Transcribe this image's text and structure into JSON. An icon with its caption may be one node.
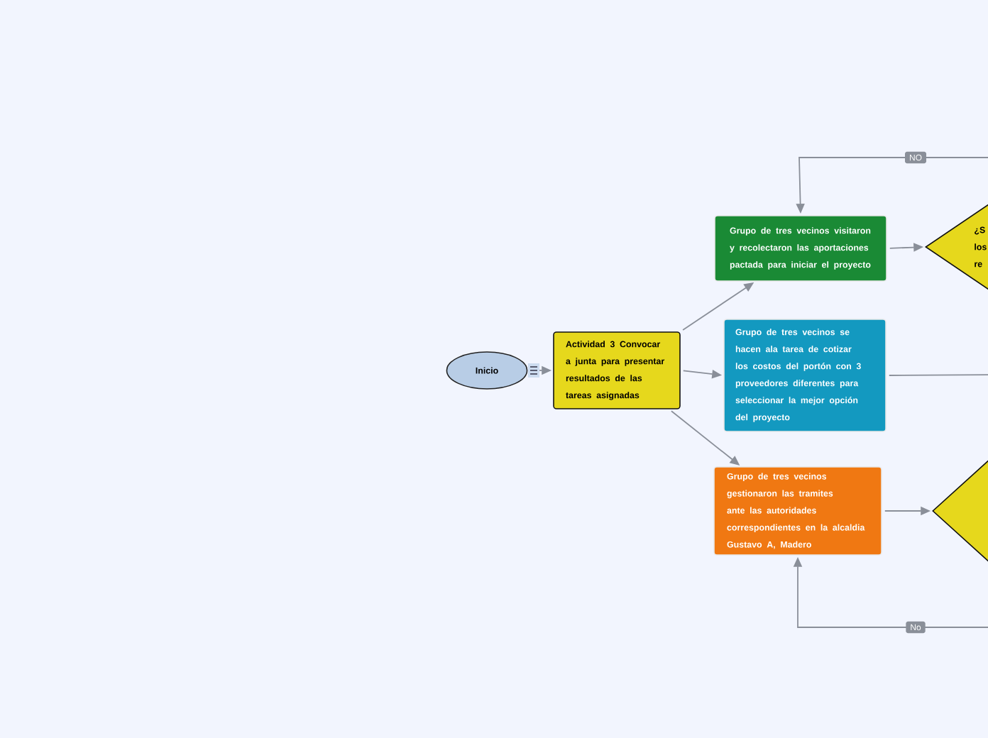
{
  "diagram": {
    "nodes": [
      {
        "text": [
          "Inicio"
        ]
      },
      {
        "text": [
          "Actividad 3 Convocar a junta para presentar resultados de las tareas asignadas"
        ]
      },
      {
        "text": [
          "Grupo de tres vecinos visitaron y recolectaron las aportaciones pactada para iniciar el proyecto"
        ]
      },
      {
        "text": [
          "Grupo de tres vecinos se hacen ala tarea de cotizar los costos del portón con 3 proveedores diferentes para seleccionar la mejor opción del proyecto"
        ]
      },
      {
        "text": [
          "Grupo de tres vecinos gestionaron las tramites ante las autoridades correspondientes en la alcaldia Gustavo A, Madero"
        ]
      },
      {
        "text": [
          "¿S los re"
        ]
      },
      {
        "text": [],
        "shape": "diamond"
      }
    ],
    "edges": [
      {
        "from": 0,
        "to": 1,
        "arrow": "to"
      },
      {
        "from": 1,
        "to": 2,
        "arrow": "to"
      },
      {
        "from": 1,
        "to": 3,
        "arrow": "to"
      },
      {
        "from": 1,
        "to": 4,
        "arrow": "to"
      },
      {
        "from": 2,
        "to": 5,
        "arrow": "to"
      },
      {
        "from": null,
        "to": 2,
        "arrow": "to",
        "label": "NO"
      },
      {
        "from": 3,
        "to": null,
        "arrow": "none"
      },
      {
        "from": 4,
        "to": 6,
        "arrow": "to"
      },
      {
        "from": null,
        "to": 4,
        "arrow": "to",
        "label": "No"
      }
    ]
  }
}
